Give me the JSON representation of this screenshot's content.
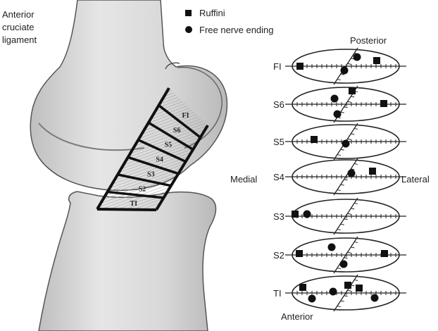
{
  "title_label": [
    "Anterior",
    "cruciate",
    "ligament"
  ],
  "legend": [
    {
      "symbol": "square",
      "label": "Ruffini"
    },
    {
      "symbol": "circle",
      "label": "Free nerve ending"
    }
  ],
  "orientation": {
    "top": "Posterior",
    "bottom": "Anterior",
    "left": "Medial",
    "right": "Lateral"
  },
  "ligament_segments": [
    "FI",
    "S6",
    "S5",
    "S4",
    "S3",
    "S2",
    "TI"
  ],
  "sections": [
    {
      "label": "FI",
      "receptors": [
        "square",
        "circle",
        "square",
        "circle"
      ]
    },
    {
      "label": "S6",
      "receptors": [
        "square",
        "circle",
        "circle",
        "square"
      ]
    },
    {
      "label": "S5",
      "receptors": [
        "square",
        "circle"
      ]
    },
    {
      "label": "S4",
      "receptors": [
        "circle",
        "square"
      ]
    },
    {
      "label": "S3",
      "receptors": [
        "square",
        "circle"
      ]
    },
    {
      "label": "S2",
      "receptors": [
        "square",
        "circle",
        "circle",
        "square"
      ]
    },
    {
      "label": "TI",
      "receptors": [
        "square",
        "circle",
        "circle",
        "square",
        "square",
        "circle"
      ]
    }
  ]
}
